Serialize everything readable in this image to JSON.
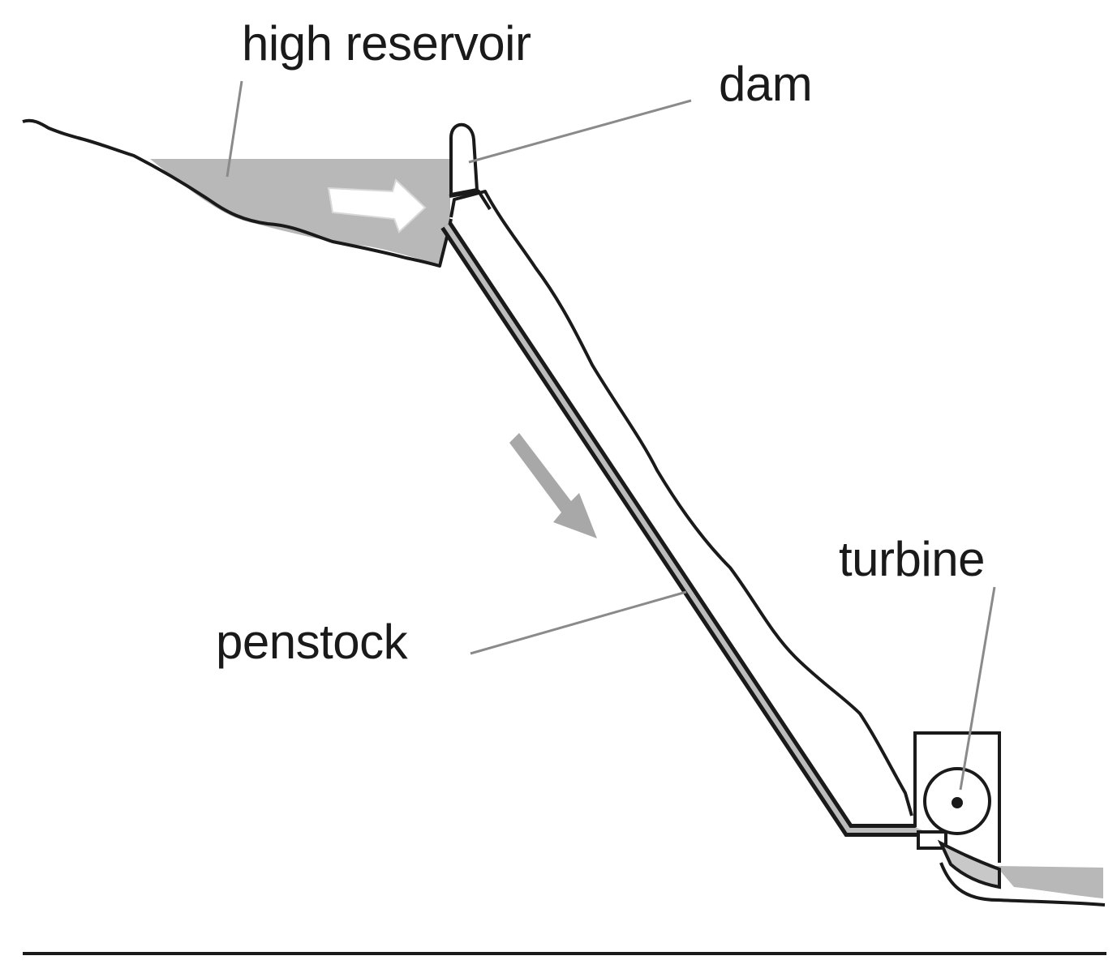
{
  "labels": {
    "high_reservoir": "high reservoir",
    "dam": "dam",
    "turbine": "turbine",
    "penstock": "penstock"
  },
  "colors": {
    "water": "#b8b8b8",
    "line": "#1a1a1a",
    "leader": "#8a8a8a",
    "flow_arrow": "#a8a8a8"
  }
}
